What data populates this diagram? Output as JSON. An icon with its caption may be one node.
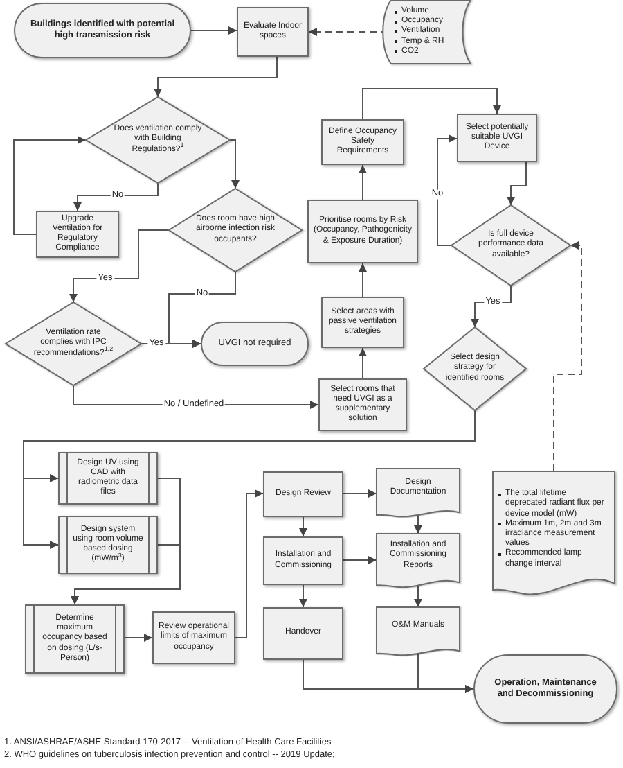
{
  "diagram": {
    "nodes": [
      {
        "text": [
          "Buildings identified with potential high transmission risk"
        ]
      },
      {
        "text": [
          "Evaluate Indoor spaces"
        ]
      },
      {
        "text": [
          "Volume",
          "Occupancy",
          "Ventilation",
          "Temp & RH",
          "CO2"
        ]
      },
      {
        "text": [
          "Does ventilation comply with Building Regulations?$^{1}$"
        ]
      },
      {
        "text": [
          "Upgrade Ventilation for Regulatory Compliance"
        ]
      },
      {
        "text": [
          "Does room have high airborne infection risk occupants?"
        ]
      },
      {
        "text": [
          "Ventilation rate complies with IPC recommendations?$^{1,2}$"
        ]
      },
      {
        "text": [
          "UVGI not required"
        ]
      },
      {
        "text": [
          "Select rooms that need UVGI as a supplementary solution"
        ]
      },
      {
        "text": [
          "Select areas with passive ventilation strategies"
        ]
      },
      {
        "text": [
          "Prioritise rooms by Risk (Occupancy, Pathogenicity & Exposure Duration)"
        ]
      },
      {
        "text": [
          "Define Occupancy Safety Requirements"
        ]
      },
      {
        "text": [
          "Select potentially suitable UVGI Device"
        ]
      },
      {
        "text": [
          "Is full device performance data available?"
        ]
      },
      {
        "text": [
          "Select design strategy for identified rooms"
        ]
      },
      {
        "text": [
          "The total lifetime deprecated radiant flux per device model (mW)",
          "Maximum 1m, 2m and 3m irradiance measurement values",
          "Recommended lamp change interval"
        ]
      },
      {
        "text": [
          "Design UV using CAD with radiometric data files"
        ]
      },
      {
        "text": [
          "Design system using room volume based dosing (mW/m$^{3}$)"
        ]
      },
      {
        "text": [
          "Determine maximum occupancy based on dosing (L/s- Person)"
        ]
      },
      {
        "text": [
          "Review operational limits of maximum occupancy"
        ]
      },
      {
        "text": [
          "Design Review"
        ]
      },
      {
        "text": [
          "Installation and Commissioning"
        ]
      },
      {
        "text": [
          "Handover"
        ]
      },
      {
        "text": [
          "Design Documentation"
        ]
      },
      {
        "text": [
          "Installation and Commissioning Reports"
        ]
      },
      {
        "text": [
          "O&M Manuals"
        ]
      },
      {
        "text": [
          "Operation, Maintenance and Decommissioning"
        ]
      }
    ],
    "edges": [
      {
        "from": 0,
        "to": 1,
        "arrow": "to"
      },
      {
        "from": 2,
        "to": 1,
        "arrow": "to",
        "style": "dashed"
      },
      {
        "from": 1,
        "to": 3,
        "arrow": "to"
      },
      {
        "from": 3,
        "to": 4,
        "arrow": "to",
        "label": "No"
      },
      {
        "from": 4,
        "to": 3,
        "arrow": "to"
      },
      {
        "from": 3,
        "to": 5,
        "arrow": "to"
      },
      {
        "from": 5,
        "to": 6,
        "arrow": "to",
        "label": "Yes"
      },
      {
        "from": 5,
        "to": 7,
        "arrow": "to",
        "label": "No"
      },
      {
        "from": 6,
        "to": 7,
        "arrow": "to",
        "label": "Yes"
      },
      {
        "from": 6,
        "to": 8,
        "arrow": "to",
        "label": "No / Undefined"
      },
      {
        "from": 8,
        "to": 9,
        "arrow": "to"
      },
      {
        "from": 9,
        "to": 10,
        "arrow": "to"
      },
      {
        "from": 10,
        "to": 11,
        "arrow": "to"
      },
      {
        "from": 11,
        "to": 12,
        "arrow": "to"
      },
      {
        "from": 12,
        "to": 13,
        "arrow": "to"
      },
      {
        "from": 13,
        "to": 12,
        "arrow": "to",
        "label": "No"
      },
      {
        "from": 13,
        "to": 14,
        "arrow": "to",
        "label": "Yes"
      },
      {
        "from": 15,
        "to": 13,
        "arrow": "to",
        "style": "dashed"
      },
      {
        "from": 14,
        "to": 16,
        "arrow": "to"
      },
      {
        "from": 14,
        "to": 17,
        "arrow": "to"
      },
      {
        "from": 16,
        "to": 18,
        "arrow": "to"
      },
      {
        "from": 17,
        "to": 18,
        "arrow": "to"
      },
      {
        "from": 18,
        "to": 19,
        "arrow": "to"
      },
      {
        "from": 19,
        "to": 20,
        "arrow": "to"
      },
      {
        "from": 20,
        "to": 21,
        "arrow": "to"
      },
      {
        "from": 21,
        "to": 22,
        "arrow": "to"
      },
      {
        "from": 20,
        "to": 23,
        "arrow": "to"
      },
      {
        "from": 21,
        "to": 24,
        "arrow": "to"
      },
      {
        "from": 23,
        "to": 24,
        "arrow": "to"
      },
      {
        "from": 24,
        "to": 25,
        "arrow": "to"
      },
      {
        "from": 22,
        "to": 26,
        "arrow": "to"
      },
      {
        "from": 25,
        "to": 26,
        "arrow": "to"
      }
    ],
    "labels": [
      "1. ANSI/ASHRAE/ASHE Standard 170-2017 -- Ventilation of Health Care Facilities",
      "2. WHO guidelines on tuberculosis infection prevention and control -- 2019 Update;"
    ]
  }
}
